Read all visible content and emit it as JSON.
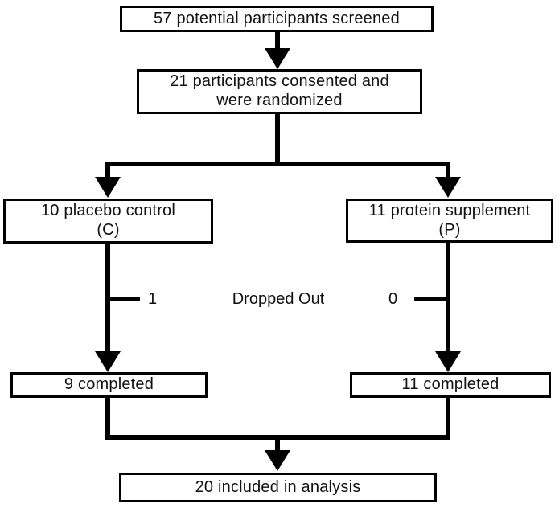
{
  "flowchart": {
    "kind": "participant-flow-diagram",
    "boxes": {
      "screened": {
        "text": "57 potential participants screened"
      },
      "randomized": {
        "line1": "21 participants consented and",
        "line2": "were randomized"
      },
      "placebo": {
        "line1": "10 placebo control",
        "line2": "(C)"
      },
      "protein": {
        "line1": "11 protein supplement",
        "line2": "(P)"
      },
      "placebo_completed": {
        "text": "9 completed"
      },
      "protein_completed": {
        "text": "11 completed"
      },
      "analysis": {
        "text": "20 included in analysis"
      }
    },
    "dropout": {
      "label": "Dropped Out",
      "placebo_count": "1",
      "protein_count": "0"
    },
    "colors": {
      "line": "#000000",
      "box_fill": "#ffffff",
      "background": "#ffffff",
      "text": "#111111"
    }
  }
}
